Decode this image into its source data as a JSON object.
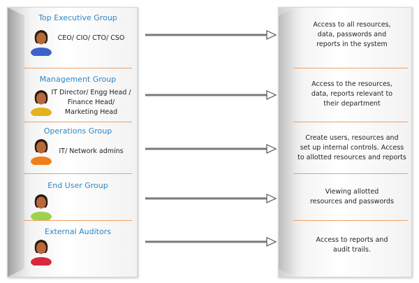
{
  "groups": [
    {
      "title": "Top Executive Group",
      "roles": [
        "CEO/ CIO/ CTO/ CSO"
      ],
      "access": [
        "Access to all resources,",
        "data, passwords and",
        "reports in the system"
      ],
      "shirt": "#3d63c8"
    },
    {
      "title": "Management Group",
      "roles": [
        "IT Director/ Engg Head /",
        "Finance Head/",
        "Marketing Head"
      ],
      "access": [
        "Access to the resources,",
        "data, reports relevant to",
        "their department"
      ],
      "shirt": "#e2b21e"
    },
    {
      "title": "Operations Group",
      "roles": [
        "IT/ Network admins"
      ],
      "access": [
        "Create users, resources and",
        "set up internal controls. Access",
        "to allotted resources and reports"
      ],
      "shirt": "#f07f1a"
    },
    {
      "title": "End User Group",
      "roles": [],
      "access": [
        "Viewing allotted",
        "resources and passwords"
      ],
      "shirt": "#9ed24a"
    },
    {
      "title": "External Auditors",
      "roles": [],
      "access": [
        "Access to reports and",
        "audit trails."
      ],
      "shirt": "#d8283c"
    }
  ],
  "colors": {
    "title_blue": "#2a86c8",
    "separator_orange": "#f0a060",
    "arrow_gray": "#7a7a7a"
  },
  "icons": {
    "person": "person-icon",
    "arrow": "arrow-right-icon"
  }
}
